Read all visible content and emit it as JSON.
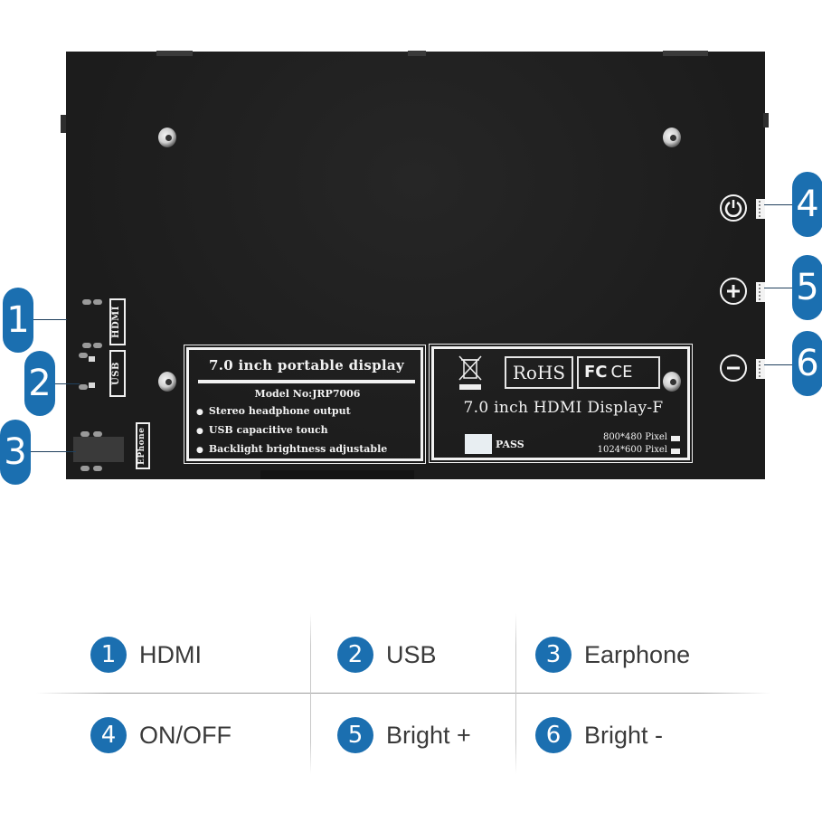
{
  "board": {
    "left_label": {
      "title": "7.0 inch portable display",
      "model": "Model No:JRP7006",
      "features": [
        "Stereo headphone output",
        "USB capacitive touch",
        "Backlight brightness adjustable"
      ]
    },
    "right_label": {
      "rohs": "RoHS",
      "fc": "FC",
      "ce": "CE",
      "model_name": "7.0 inch HDMI Display-F",
      "pass": "PASS",
      "pixel_options": [
        "800*480 Pixel",
        "1024*600 Pixel"
      ]
    },
    "port_labels": {
      "hdmi": "HDMI",
      "usb": "USB",
      "earphone": "EPhone"
    },
    "button_icons": {
      "power": "power-icon",
      "plus": "plus-circle-icon",
      "minus": "minus-circle-icon"
    }
  },
  "callouts": [
    {
      "num": "1",
      "target": "HDMI port"
    },
    {
      "num": "2",
      "target": "USB port"
    },
    {
      "num": "3",
      "target": "Earphone jack"
    },
    {
      "num": "4",
      "target": "Power button"
    },
    {
      "num": "5",
      "target": "Brightness up button"
    },
    {
      "num": "6",
      "target": "Brightness down button"
    }
  ],
  "legend": [
    {
      "num": "1",
      "label": "HDMI"
    },
    {
      "num": "2",
      "label": "USB"
    },
    {
      "num": "3",
      "label": "Earphone"
    },
    {
      "num": "4",
      "label": "ON/OFF"
    },
    {
      "num": "5",
      "label": "Bright +"
    },
    {
      "num": "6",
      "label": "Bright -"
    }
  ],
  "colors": {
    "accent_blue": "#1b6fb0",
    "board": "#1f1f1f",
    "legend_text": "#3a3a3a"
  }
}
